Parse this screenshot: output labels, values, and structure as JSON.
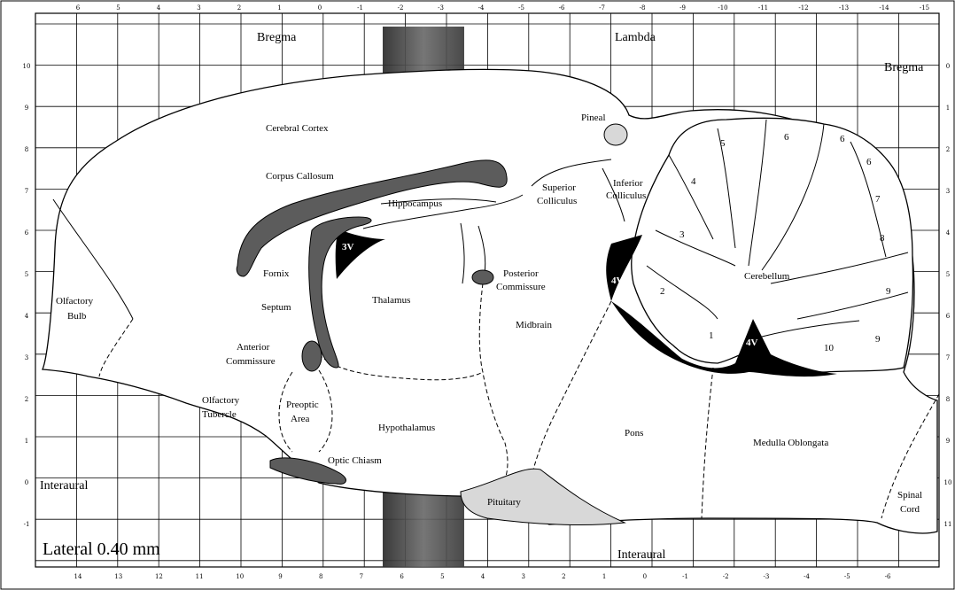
{
  "title_label": "Lateral 0.40 mm",
  "top_landmarks": {
    "bregma": "Bregma",
    "lambda": "Lambda",
    "bregma_right": "Bregma"
  },
  "bottom_landmarks": {
    "interaural_left": "Interaural",
    "interaural_bottom": "Interaural"
  },
  "top_ticks": [
    "6",
    "5",
    "4",
    "3",
    "2",
    "1",
    "0",
    "-1",
    "-2",
    "-3",
    "-4",
    "-5",
    "-6",
    "-7",
    "-8",
    "-9",
    "-10",
    "-11",
    "-12",
    "-13",
    "-14",
    "-15"
  ],
  "bottom_ticks": [
    "14",
    "13",
    "12",
    "11",
    "10",
    "9",
    "8",
    "7",
    "6",
    "5",
    "4",
    "3",
    "2",
    "1",
    "0",
    "-1",
    "-2",
    "-3",
    "-4",
    "-5",
    "-6"
  ],
  "left_ticks": [
    "10",
    "9",
    "8",
    "7",
    "6",
    "5",
    "4",
    "3",
    "2",
    "1",
    "0",
    "-1"
  ],
  "right_ticks": [
    "0",
    "1",
    "2",
    "3",
    "4",
    "5",
    "6",
    "7",
    "8",
    "9",
    "10",
    "11"
  ],
  "regions": {
    "cerebral_cortex": "Cerebral Cortex",
    "corpus_callosum": "Corpus Callosum",
    "hippocampus": "Hippocampus",
    "fornix": "Fornix",
    "septum": "Septum",
    "thalamus": "Thalamus",
    "third_ventricle": "3V",
    "olfactory_bulb_1": "Olfactory",
    "olfactory_bulb_2": "Bulb",
    "anterior_commissure_1": "Anterior",
    "anterior_commissure_2": "Commissure",
    "olfactory_tubercle_1": "Olfactory",
    "olfactory_tubercle_2": "Tubercle",
    "preoptic_area_1": "Preoptic",
    "preoptic_area_2": "Area",
    "hypothalamus": "Hypothalamus",
    "optic_chiasm": "Optic Chiasm",
    "pineal": "Pineal",
    "superior_colliculus_1": "Superior",
    "superior_colliculus_2": "Colliculus",
    "inferior_colliculus_1": "Inferior",
    "inferior_colliculus_2": "Colliculus",
    "posterior_commissure_1": "Posterior",
    "posterior_commissure_2": "Commissure",
    "midbrain": "Midbrain",
    "fourth_ventricle": "4V",
    "fourth_ventricle_2": "4V",
    "cerebellum": "Cerebellum",
    "pons": "Pons",
    "medulla": "Medulla Oblongata",
    "pituitary": "Pituitary",
    "spinal_cord_1": "Spinal",
    "spinal_cord_2": "Cord"
  },
  "lobules": [
    "1",
    "2",
    "3",
    "4",
    "5",
    "6",
    "6",
    "6",
    "7",
    "8",
    "9",
    "9",
    "10"
  ],
  "colors": {
    "shade": "#3a3a3a",
    "dark_region": "#5c5c5c",
    "pituitary": "#d8d8d8"
  }
}
